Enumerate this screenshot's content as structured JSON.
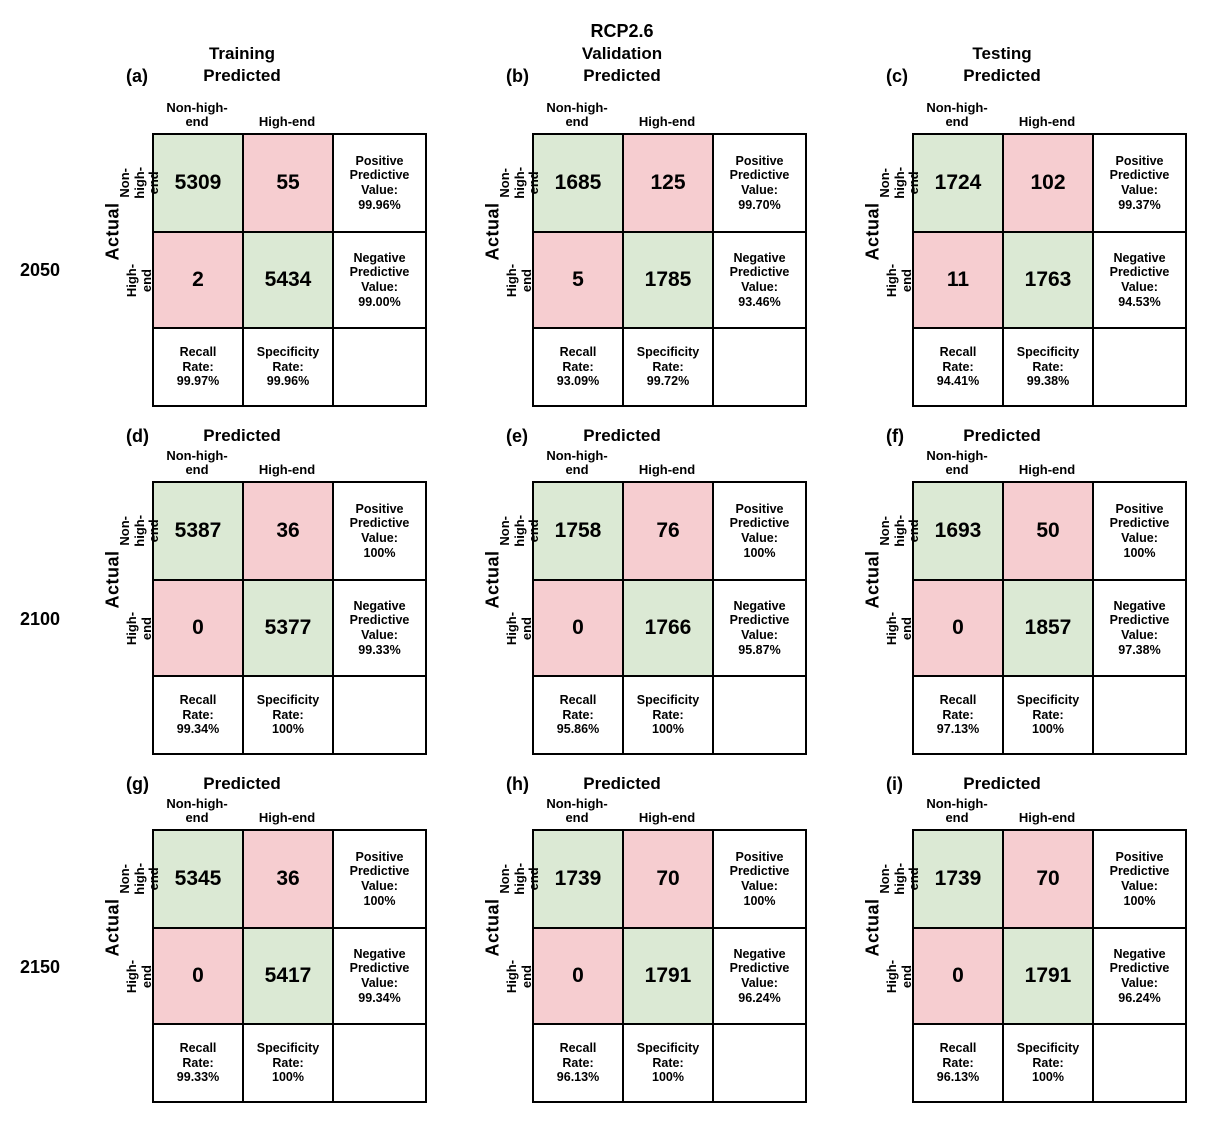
{
  "title": "RCP2.6",
  "columns": [
    "Training",
    "Validation",
    "Testing"
  ],
  "years": [
    "2050",
    "2100",
    "2150"
  ],
  "labels": {
    "predicted": "Predicted",
    "actual": "Actual",
    "col_nonhigh": "Non-high-\nend",
    "col_high": "High-end",
    "row_nonhigh": "Non-high-\nend",
    "row_high": "High-end",
    "ppv": "Positive\nPredictive\nValue:",
    "npv": "Negative\nPredictive\nValue:",
    "recall": "Recall\nRate:",
    "specificity": "Specificity\nRate:"
  },
  "colors": {
    "correct_cell": "#dbe9d4",
    "incorrect_cell": "#f6cdd0",
    "border": "#000000"
  },
  "panels": [
    {
      "tag": "(a)",
      "tn": "5309",
      "fp": "55",
      "fn": "2",
      "tp": "5434",
      "ppv": "99.96%",
      "npv": "99.00%",
      "recall": "99.97%",
      "specificity": "99.96%"
    },
    {
      "tag": "(b)",
      "tn": "1685",
      "fp": "125",
      "fn": "5",
      "tp": "1785",
      "ppv": "99.70%",
      "npv": "93.46%",
      "recall": "93.09%",
      "specificity": "99.72%"
    },
    {
      "tag": "(c)",
      "tn": "1724",
      "fp": "102",
      "fn": "11",
      "tp": "1763",
      "ppv": "99.37%",
      "npv": "94.53%",
      "recall": "94.41%",
      "specificity": "99.38%"
    },
    {
      "tag": "(d)",
      "tn": "5387",
      "fp": "36",
      "fn": "0",
      "tp": "5377",
      "ppv": "100%",
      "npv": "99.33%",
      "recall": "99.34%",
      "specificity": "100%"
    },
    {
      "tag": "(e)",
      "tn": "1758",
      "fp": "76",
      "fn": "0",
      "tp": "1766",
      "ppv": "100%",
      "npv": "95.87%",
      "recall": "95.86%",
      "specificity": "100%"
    },
    {
      "tag": "(f)",
      "tn": "1693",
      "fp": "50",
      "fn": "0",
      "tp": "1857",
      "ppv": "100%",
      "npv": "97.38%",
      "recall": "97.13%",
      "specificity": "100%"
    },
    {
      "tag": "(g)",
      "tn": "5345",
      "fp": "36",
      "fn": "0",
      "tp": "5417",
      "ppv": "100%",
      "npv": "99.34%",
      "recall": "99.33%",
      "specificity": "100%"
    },
    {
      "tag": "(h)",
      "tn": "1739",
      "fp": "70",
      "fn": "0",
      "tp": "1791",
      "ppv": "100%",
      "npv": "96.24%",
      "recall": "96.13%",
      "specificity": "100%"
    },
    {
      "tag": "(i)",
      "tn": "1739",
      "fp": "70",
      "fn": "0",
      "tp": "1791",
      "ppv": "100%",
      "npv": "96.24%",
      "recall": "96.13%",
      "specificity": "100%"
    }
  ],
  "chart_data": [
    {
      "type": "heatmap",
      "panel": "a",
      "dataset": "Training",
      "year": 2050,
      "title": "RCP2.6",
      "xlabel": "Predicted",
      "ylabel": "Actual",
      "x_labels": [
        "Non-high-end",
        "High-end"
      ],
      "y_labels": [
        "Non-high-end",
        "High-end"
      ],
      "matrix": [
        [
          5309,
          55
        ],
        [
          2,
          5434
        ]
      ],
      "positive_predictive_value_pct": 99.96,
      "negative_predictive_value_pct": 99.0,
      "recall_rate_pct": 99.97,
      "specificity_rate_pct": 99.96
    },
    {
      "type": "heatmap",
      "panel": "b",
      "dataset": "Validation",
      "year": 2050,
      "title": "RCP2.6",
      "xlabel": "Predicted",
      "ylabel": "Actual",
      "x_labels": [
        "Non-high-end",
        "High-end"
      ],
      "y_labels": [
        "Non-high-end",
        "High-end"
      ],
      "matrix": [
        [
          1685,
          125
        ],
        [
          5,
          1785
        ]
      ],
      "positive_predictive_value_pct": 99.7,
      "negative_predictive_value_pct": 93.46,
      "recall_rate_pct": 93.09,
      "specificity_rate_pct": 99.72
    },
    {
      "type": "heatmap",
      "panel": "c",
      "dataset": "Testing",
      "year": 2050,
      "title": "RCP2.6",
      "xlabel": "Predicted",
      "ylabel": "Actual",
      "x_labels": [
        "Non-high-end",
        "High-end"
      ],
      "y_labels": [
        "Non-high-end",
        "High-end"
      ],
      "matrix": [
        [
          1724,
          102
        ],
        [
          11,
          1763
        ]
      ],
      "positive_predictive_value_pct": 99.37,
      "negative_predictive_value_pct": 94.53,
      "recall_rate_pct": 94.41,
      "specificity_rate_pct": 99.38
    },
    {
      "type": "heatmap",
      "panel": "d",
      "dataset": "Training",
      "year": 2100,
      "title": "RCP2.6",
      "xlabel": "Predicted",
      "ylabel": "Actual",
      "x_labels": [
        "Non-high-end",
        "High-end"
      ],
      "y_labels": [
        "Non-high-end",
        "High-end"
      ],
      "matrix": [
        [
          5387,
          36
        ],
        [
          0,
          5377
        ]
      ],
      "positive_predictive_value_pct": 100,
      "negative_predictive_value_pct": 99.33,
      "recall_rate_pct": 99.34,
      "specificity_rate_pct": 100
    },
    {
      "type": "heatmap",
      "panel": "e",
      "dataset": "Validation",
      "year": 2100,
      "title": "RCP2.6",
      "xlabel": "Predicted",
      "ylabel": "Actual",
      "x_labels": [
        "Non-high-end",
        "High-end"
      ],
      "y_labels": [
        "Non-high-end",
        "High-end"
      ],
      "matrix": [
        [
          1758,
          76
        ],
        [
          0,
          1766
        ]
      ],
      "positive_predictive_value_pct": 100,
      "negative_predictive_value_pct": 95.87,
      "recall_rate_pct": 95.86,
      "specificity_rate_pct": 100
    },
    {
      "type": "heatmap",
      "panel": "f",
      "dataset": "Testing",
      "year": 2100,
      "title": "RCP2.6",
      "xlabel": "Predicted",
      "ylabel": "Actual",
      "x_labels": [
        "Non-high-end",
        "High-end"
      ],
      "y_labels": [
        "Non-high-end",
        "High-end"
      ],
      "matrix": [
        [
          1693,
          50
        ],
        [
          0,
          1857
        ]
      ],
      "positive_predictive_value_pct": 100,
      "negative_predictive_value_pct": 97.38,
      "recall_rate_pct": 97.13,
      "specificity_rate_pct": 100
    },
    {
      "type": "heatmap",
      "panel": "g",
      "dataset": "Training",
      "year": 2150,
      "title": "RCP2.6",
      "xlabel": "Predicted",
      "ylabel": "Actual",
      "x_labels": [
        "Non-high-end",
        "High-end"
      ],
      "y_labels": [
        "Non-high-end",
        "High-end"
      ],
      "matrix": [
        [
          5345,
          36
        ],
        [
          0,
          5417
        ]
      ],
      "positive_predictive_value_pct": 100,
      "negative_predictive_value_pct": 99.34,
      "recall_rate_pct": 99.33,
      "specificity_rate_pct": 100
    },
    {
      "type": "heatmap",
      "panel": "h",
      "dataset": "Validation",
      "year": 2150,
      "title": "RCP2.6",
      "xlabel": "Predicted",
      "ylabel": "Actual",
      "x_labels": [
        "Non-high-end",
        "High-end"
      ],
      "y_labels": [
        "Non-high-end",
        "High-end"
      ],
      "matrix": [
        [
          1739,
          70
        ],
        [
          0,
          1791
        ]
      ],
      "positive_predictive_value_pct": 100,
      "negative_predictive_value_pct": 96.24,
      "recall_rate_pct": 96.13,
      "specificity_rate_pct": 100
    },
    {
      "type": "heatmap",
      "panel": "i",
      "dataset": "Testing",
      "year": 2150,
      "title": "RCP2.6",
      "xlabel": "Predicted",
      "ylabel": "Actual",
      "x_labels": [
        "Non-high-end",
        "High-end"
      ],
      "y_labels": [
        "Non-high-end",
        "High-end"
      ],
      "matrix": [
        [
          1739,
          70
        ],
        [
          0,
          1791
        ]
      ],
      "positive_predictive_value_pct": 100,
      "negative_predictive_value_pct": 96.24,
      "recall_rate_pct": 96.13,
      "specificity_rate_pct": 100
    }
  ]
}
